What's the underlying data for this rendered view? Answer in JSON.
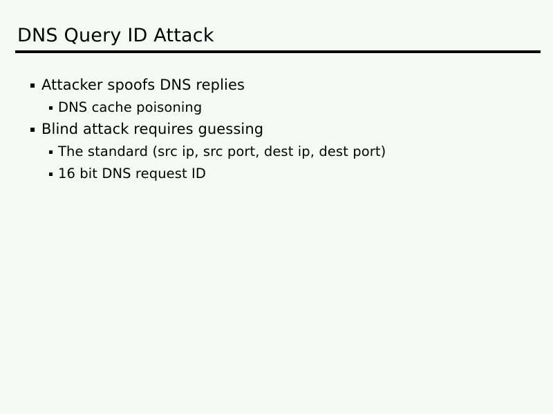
{
  "slide": {
    "title": "DNS Query ID Attack",
    "background_color": "#f6faf7",
    "text_color": "#000000",
    "rule_color": "#000000",
    "bullets": [
      {
        "level": 1,
        "text": "Attacker spoofs DNS replies",
        "marker": "square-bullet"
      },
      {
        "level": 2,
        "text": "DNS cache poisoning",
        "marker": "square-bullet"
      },
      {
        "level": 1,
        "text": "Blind attack requires guessing",
        "marker": "square-bullet"
      },
      {
        "level": 2,
        "text": "The standard (src ip, src port, dest ip, dest port)",
        "marker": "square-bullet"
      },
      {
        "level": 2,
        "text": "16 bit DNS request ID",
        "marker": "square-bullet"
      }
    ]
  }
}
